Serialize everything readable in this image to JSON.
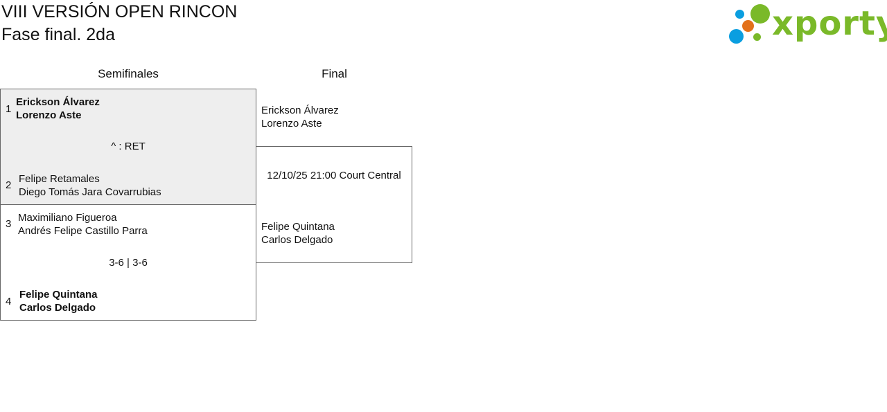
{
  "header": {
    "title": "VIII VERSIÓN OPEN RINCON",
    "subtitle": "Fase final. 2da"
  },
  "logo": {
    "text": "xporty",
    "colors": {
      "green": "#7ab929",
      "blue": "#0a9ee0",
      "orange": "#e3711a"
    }
  },
  "columns": {
    "semifinals": "Semifinales",
    "final": "Final"
  },
  "semifinals": [
    {
      "team_a": {
        "seed": "1",
        "player1": "Erickson Álvarez",
        "player2": "Lorenzo Aste",
        "winner": true
      },
      "result": "^ : RET",
      "team_b": {
        "seed": "2",
        "player1": "Felipe Retamales",
        "player2": "Diego Tomás Jara Covarrubias",
        "winner": false
      }
    },
    {
      "team_a": {
        "seed": "3",
        "player1": "Maximiliano Figueroa",
        "player2": "Andrés Felipe Castillo Parra",
        "winner": false
      },
      "result": "3-6 | 3-6",
      "team_b": {
        "seed": "4",
        "player1": "Felipe Quintana",
        "player2": "Carlos Delgado",
        "winner": true
      }
    }
  ],
  "final": {
    "team_a": {
      "player1": "Erickson Álvarez",
      "player2": "Lorenzo Aste"
    },
    "schedule": "12/10/25 21:00 Court Central",
    "team_b": {
      "player1": "Felipe Quintana",
      "player2": "Carlos Delgado"
    }
  }
}
